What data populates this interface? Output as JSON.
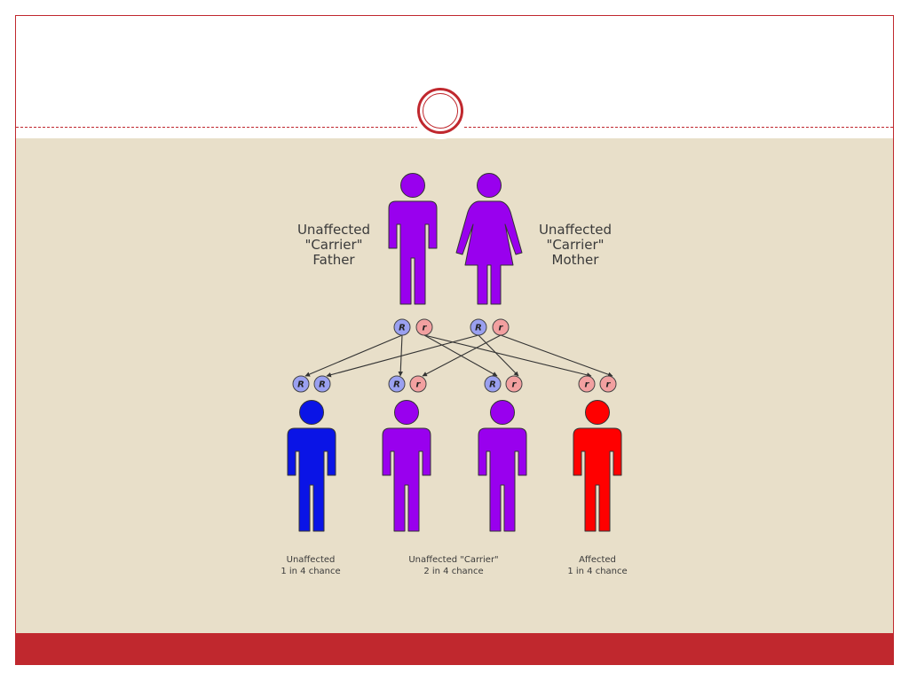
{
  "diagram": {
    "parents": {
      "father": {
        "line1": "Unaffected",
        "line2": "\"Carrier\"",
        "line3": "Father",
        "alleles": [
          "R",
          "r"
        ]
      },
      "mother": {
        "line1": "Unaffected",
        "line2": "\"Carrier\"",
        "line3": "Mother",
        "alleles": [
          "R",
          "r"
        ]
      }
    },
    "children": [
      {
        "alleles": [
          "R",
          "R"
        ]
      },
      {
        "alleles": [
          "R",
          "r"
        ]
      },
      {
        "alleles": [
          "R",
          "r"
        ]
      },
      {
        "alleles": [
          "r",
          "r"
        ]
      }
    ],
    "outcomes": [
      {
        "line1": "Unaffected",
        "line2": "1 in 4 chance"
      },
      {
        "line1": "Unaffected \"Carrier\"",
        "line2": "2 in 4 chance"
      },
      {
        "line1": "Affected",
        "line2": "1 in 4 chance"
      }
    ],
    "colors": {
      "carrier": "#9900ee",
      "unaffected": "#0a14e6",
      "affected": "#ff0000",
      "dominant_allele": "#9aa0f0",
      "recessive_allele": "#f2a0a0",
      "accent": "#c0282e",
      "background": "#e8dfc9"
    }
  }
}
